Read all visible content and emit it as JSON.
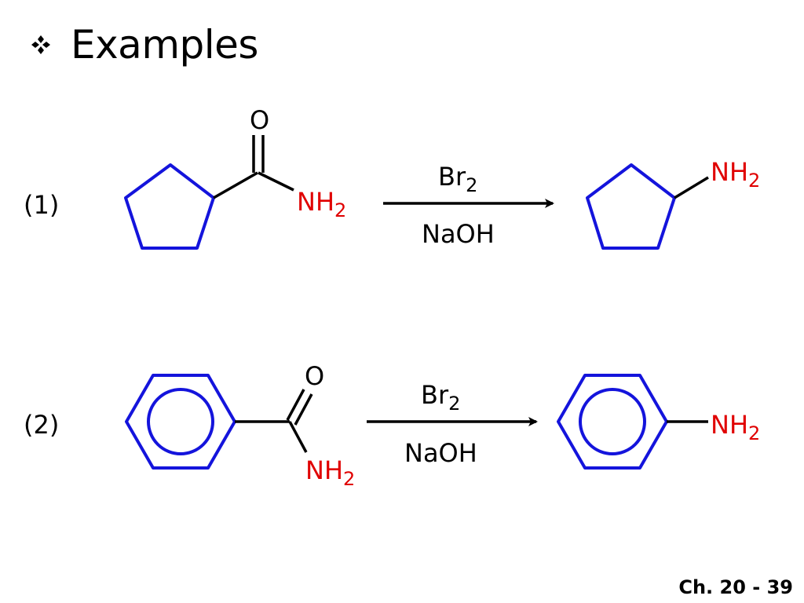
{
  "slide": {
    "title": "Examples",
    "page_number": "Ch. 20 - 39"
  },
  "colors": {
    "ring": "#1414dc",
    "amine": "#e00000",
    "bond": "#000000",
    "text": "#000000"
  },
  "icons": {
    "bullet": "four-diamond-bullet-icon",
    "arrow": "reaction-arrow-icon"
  },
  "reactions": [
    {
      "label": "(1)",
      "reactant": {
        "ring": "cyclopentane",
        "carbonyl_atom": "O",
        "amine": "NH",
        "amine_sub": "2"
      },
      "reagent_top": {
        "text": "Br",
        "sub": "2"
      },
      "reagent_bottom": "NaOH",
      "product": {
        "ring": "cyclopentane",
        "amine": "NH",
        "amine_sub": "2"
      }
    },
    {
      "label": "(2)",
      "reactant": {
        "ring": "benzene",
        "carbonyl_atom": "O",
        "amine": "NH",
        "amine_sub": "2"
      },
      "reagent_top": {
        "text": "Br",
        "sub": "2"
      },
      "reagent_bottom": "NaOH",
      "product": {
        "ring": "benzene",
        "amine": "NH",
        "amine_sub": "2"
      }
    }
  ]
}
